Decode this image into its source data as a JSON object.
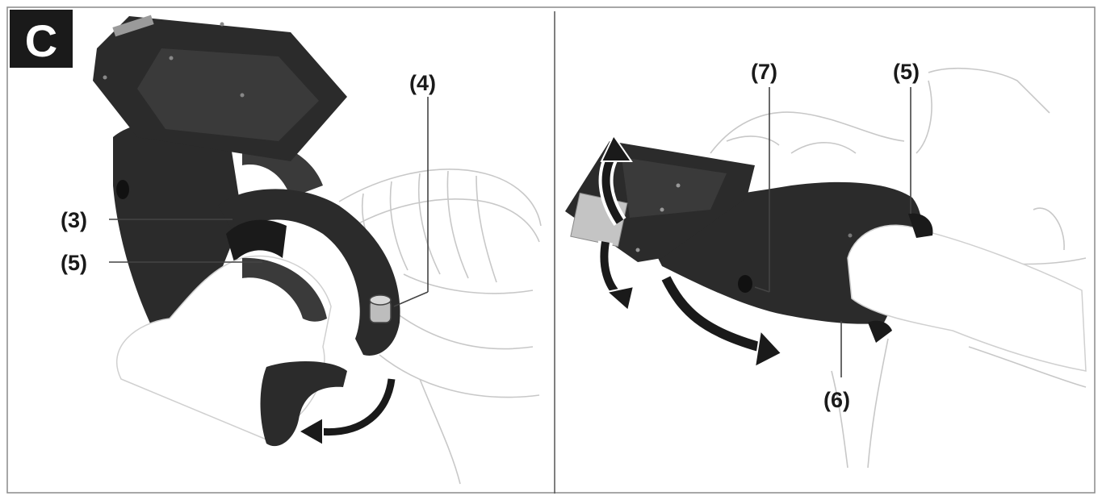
{
  "figure": {
    "badge": "C",
    "left_panel": {
      "callouts": [
        {
          "id": "callout-4",
          "text": "(4)"
        },
        {
          "id": "callout-3",
          "text": "(3)"
        },
        {
          "id": "callout-5-left",
          "text": "(5)"
        }
      ]
    },
    "right_panel": {
      "callouts": [
        {
          "id": "callout-7",
          "text": "(7)"
        },
        {
          "id": "callout-5-right",
          "text": "(5)"
        },
        {
          "id": "callout-6",
          "text": "(6)"
        }
      ]
    }
  },
  "colors": {
    "ink": "#1a1a1a",
    "part_dark": "#2b2b2b",
    "part_mid": "#3a3a3a",
    "sketch_line": "#c8c8c8",
    "hand_fill": "#ffffff",
    "frame_line": "#8a8a8a"
  }
}
